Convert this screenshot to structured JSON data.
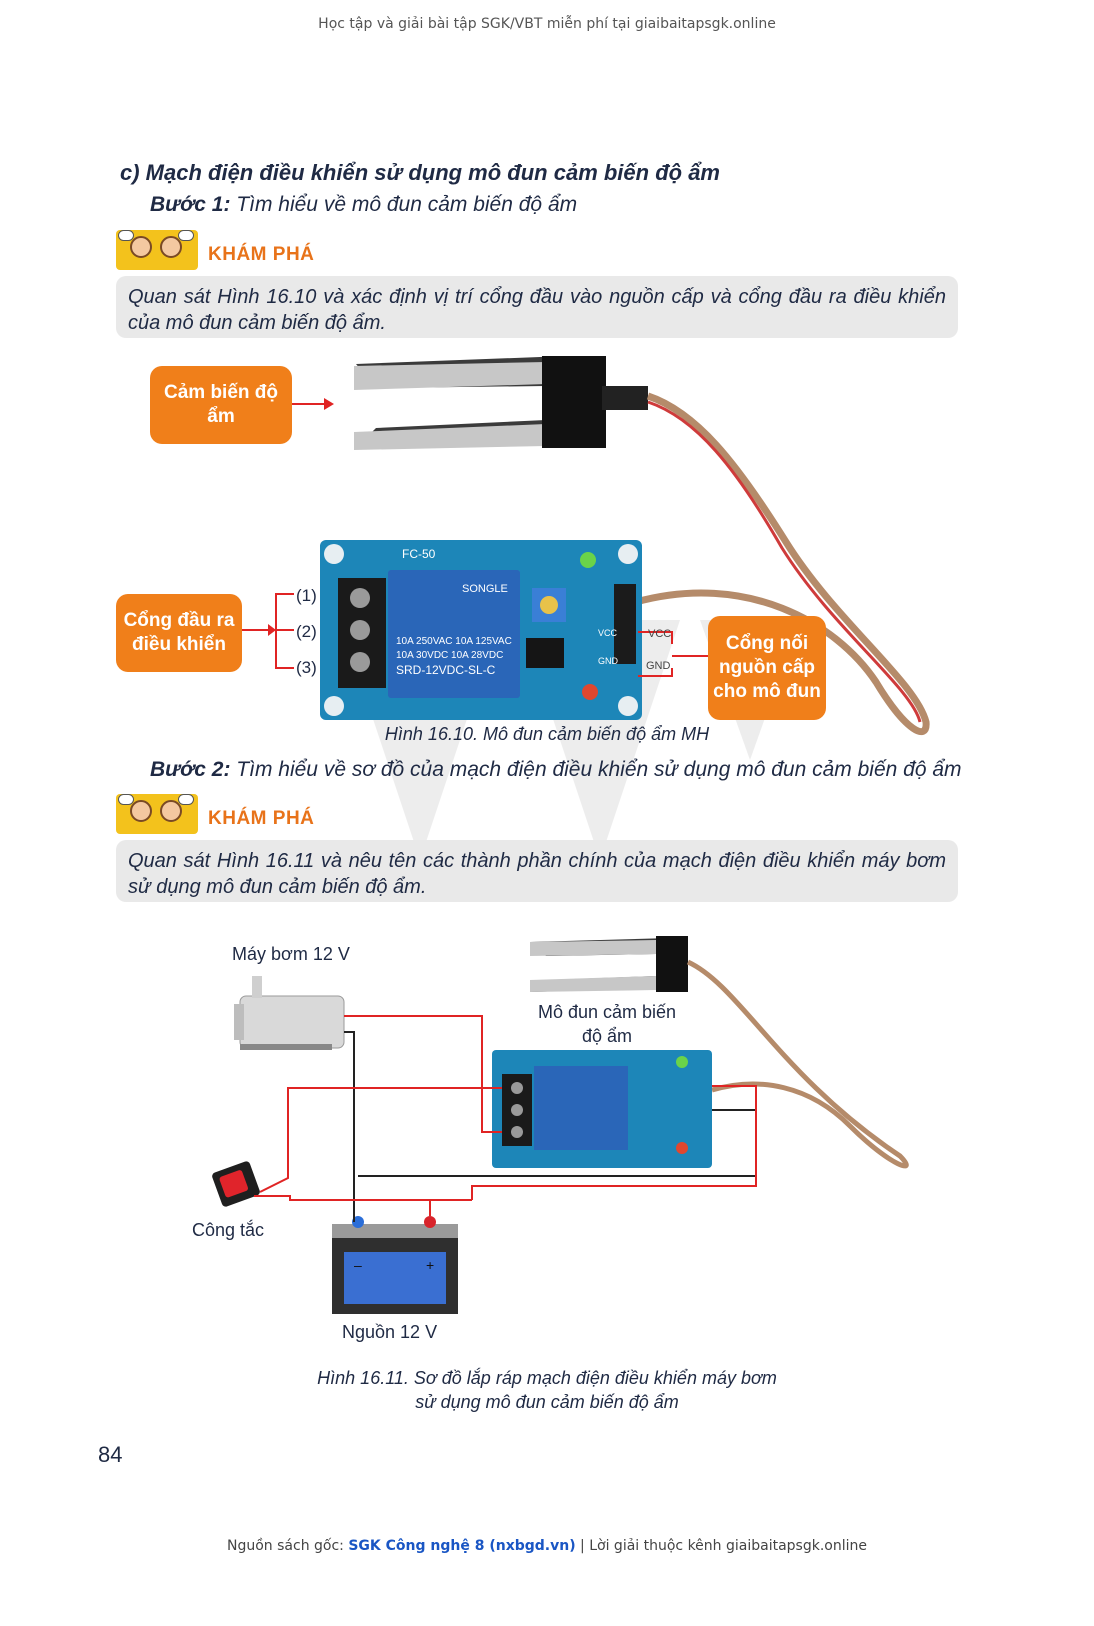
{
  "header_note": "Học tập và giải bài tập SGK/VBT miễn phí tại giaibaitapsgk.online",
  "section_title": "c)  Mạch điện điều khiển sử dụng mô đun cảm biến độ ẩm",
  "step1": {
    "label": "Bước 1:",
    "text": " Tìm hiểu về mô đun cảm biến độ ẩm"
  },
  "explore_label": "KHÁM PHÁ",
  "question1": "Quan sát Hình 16.10 và xác định vị trí cổng đầu vào nguồn cấp và cổng đầu ra điều khiển của mô đun cảm biến độ ẩm.",
  "figure1": {
    "callout_sensor": "Cảm biến độ ẩm",
    "callout_output": "Cổng đầu ra điều khiển",
    "callout_power": "Cổng nối nguồn cấp cho mô đun",
    "pin1": "(1)",
    "pin2": "(2)",
    "pin3": "(3)",
    "vcc": "VCC",
    "gnd": "GND",
    "board_label": "FC-50",
    "relay_brand": "SONGLE",
    "relay_line1": "10A 250VAC  10A 125VAC",
    "relay_line2": "10A 30VDC  10A 28VDC",
    "relay_model": "SRD-12VDC-SL-C",
    "caption": "Hình 16.10. Mô đun cảm biến độ ẩm MH"
  },
  "step2": {
    "label": "Bước 2:",
    "text": " Tìm hiểu về sơ đồ của mạch điện điều khiển sử dụng mô đun cảm biến độ ẩm"
  },
  "question2": "Quan sát Hình 16.11 và nêu tên các thành phần chính của mạch điện điều khiển máy bơm sử dụng mô đun cảm biến độ ẩm.",
  "figure2": {
    "pump": "Máy bơm 12 V",
    "module": "Mô đun cảm biến độ ẩm",
    "switch": "Công tắc",
    "source": "Nguồn 12 V",
    "caption_line1": "Hình 16.11. Sơ đồ lắp ráp mạch điện điều khiển máy bơm",
    "caption_line2": "sử dụng mô đun cảm biến độ ẩm"
  },
  "page_number": "84",
  "footer": {
    "prefix": "Nguồn sách gốc: ",
    "source": "SGK Công nghệ 8 (nxbgd.vn)",
    "suffix": " | Lời giải thuộc kênh giaibaitapsgk.online"
  },
  "colors": {
    "accent_orange": "#f07f1a",
    "board_blue": "#1d86b8",
    "wire_red": "#e02424"
  }
}
